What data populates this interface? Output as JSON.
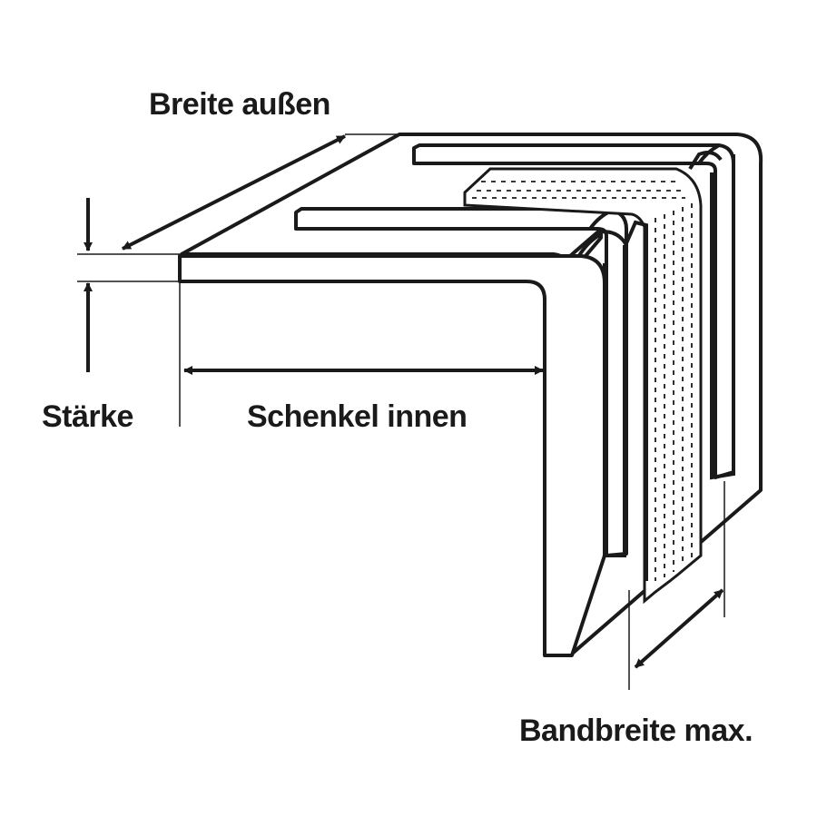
{
  "labels": {
    "breite_aussen": "Breite außen",
    "staerke": "Stärke",
    "schenkel_innen": "Schenkel innen",
    "bandbreite_max": "Bandbreite max."
  },
  "colors": {
    "stroke": "#1a1a1a",
    "fill": "#ffffff",
    "text": "#1a1a1a"
  }
}
